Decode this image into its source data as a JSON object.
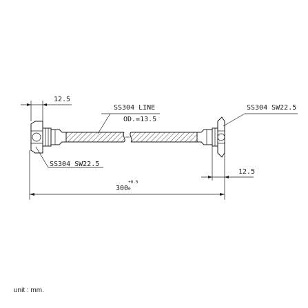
{
  "labels": {
    "dim_end_left": "12.5",
    "line_spec": "SS304 LINE",
    "outer_diameter": "OD.=13.5",
    "nut_right": "SS304 SW22.5",
    "nut_left": "SS304 SW22.5",
    "dim_end_right": "12.5",
    "total_length": "300",
    "total_length_tol_upper": "+0.5",
    "total_length_tol_lower": "0"
  },
  "unit_note": "unit : mm."
}
